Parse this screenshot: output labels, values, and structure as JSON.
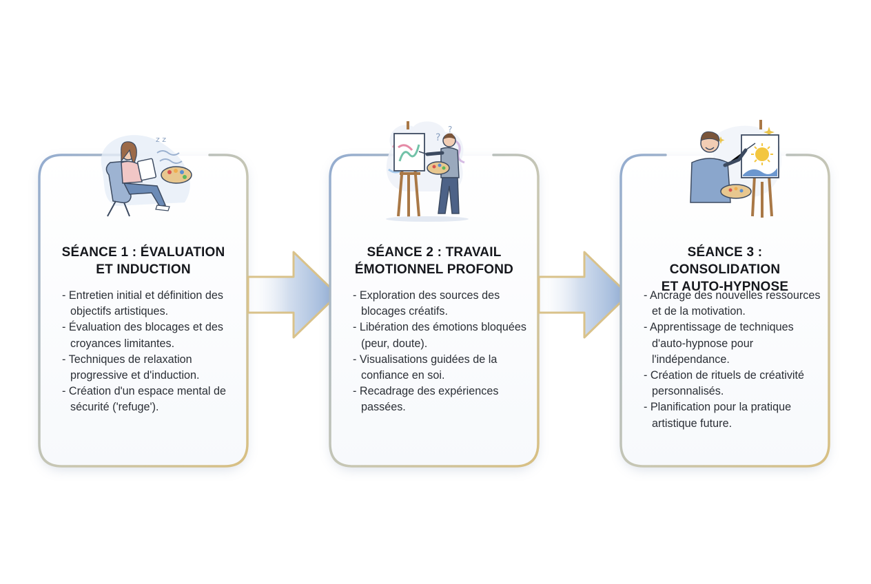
{
  "colors": {
    "frame_blue": "#9ab2d3",
    "frame_gold": "#d9c28a",
    "arrow_blue": "#a7bcd9"
  },
  "sessions": [
    {
      "title_line1": "SÉANCE 1 : ÉVALUATION",
      "title_line2": "ET INDUCTION",
      "illustration": "woman-sketching-in-armchair-icon",
      "items": [
        "- Entretien initial et définition des objectifs artistiques.",
        "- Évaluation des blocages et des croyances limitantes.",
        "- Techniques de relaxation progressive et d'induction.",
        "- Création d'un espace mental de sécurité ('refuge')."
      ]
    },
    {
      "title_line1": "SÉANCE 2 : TRAVAIL",
      "title_line2": "ÉMOTIONNEL PROFOND",
      "illustration": "man-painting-at-easel-icon",
      "items": [
        "- Exploration des sources des blocages créatifs.",
        "- Libération des émotions bloquées (peur, doute).",
        "- Visualisations guidées de la confiance en soi.",
        "- Recadrage des expériences passées."
      ]
    },
    {
      "title_line1": "SÉANCE 3 : CONSOLIDATION",
      "title_line2": "ET AUTO-HYPNOSE",
      "illustration": "smiling-painter-sun-canvas-icon",
      "items": [
        "- Ancrage des nouvelles ressources et de la motivation.",
        "- Apprentissage de techniques d'auto-hypnose pour l'indépendance.",
        "- Création de rituels de créativité personnalisés.",
        "- Planification pour la pratique artistique future."
      ]
    }
  ]
}
